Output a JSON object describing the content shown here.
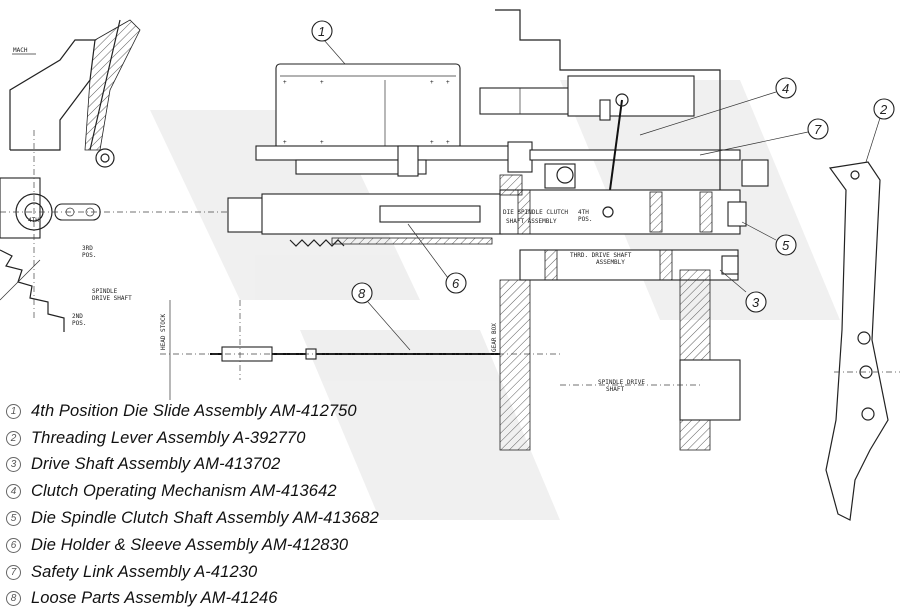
{
  "legend": [
    {
      "number": "1",
      "text": "4th Position Die Slide Assembly AM-412750"
    },
    {
      "number": "2",
      "text": "Threading Lever Assembly A-392770"
    },
    {
      "number": "3",
      "text": "Drive Shaft Assembly AM-413702"
    },
    {
      "number": "4",
      "text": "Clutch Operating Mechanism AM-413642"
    },
    {
      "number": "5",
      "text": "Die Spindle Clutch Shaft Assembly AM-413682"
    },
    {
      "number": "6",
      "text": "Die Holder & Sleeve Assembly AM-412830"
    },
    {
      "number": "7",
      "text": "Safety Link Assembly A-41230"
    },
    {
      "number": "8",
      "text": "Loose Parts Assembly AM-41246"
    }
  ],
  "callouts": [
    "1",
    "2",
    "3",
    "4",
    "5",
    "6",
    "7",
    "8"
  ],
  "drawing_labels": {
    "mach": "MACH",
    "die_spindle_clutch": "DIE SPINDLE CLUTCH",
    "shaft_assembly": "SHAFT ASSEMBLY",
    "pos_4th": "4TH",
    "pos": "POS.",
    "thread_drive_shaft": "THRD. DRIVE SHAFT",
    "assembly": "ASSEMBLY",
    "spindle": "SPINDLE",
    "drive_shaft": "DRIVE SHAFT",
    "spindle_drive": "SPINDLE DRIVE",
    "shaft": "SHAFT",
    "gear_box": "GEAR BOX",
    "head_stock": "HEAD STOCK",
    "pos_3rd": "3RD",
    "pos_2nd": "2ND",
    "pos_4th_small": "4TH"
  }
}
